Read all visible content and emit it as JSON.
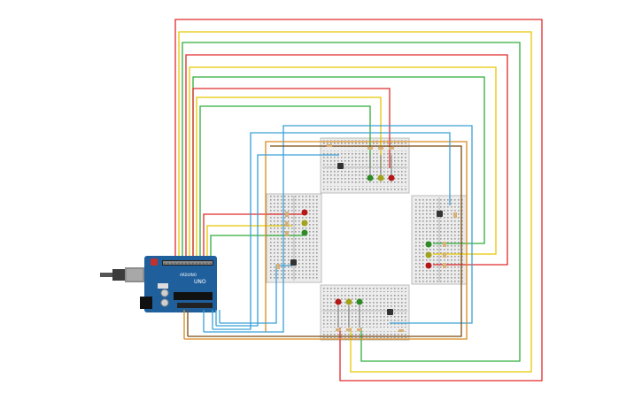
{
  "arduino": {
    "brand_text": "UNO",
    "logo_text": "ARDUINO"
  },
  "colors": {
    "wire_red": "#e02a2a",
    "wire_yellow": "#e6c800",
    "wire_green": "#2fae3a",
    "wire_blue": "#3aa0d8",
    "wire_orange": "#d98a1e",
    "wire_brown": "#7a4a12",
    "board_blue": "#1f5f9c",
    "breadboard": "#ececec",
    "led_red": "#b51717",
    "led_yellow": "#a3a31a",
    "led_green": "#2d8a25"
  },
  "breadboards": [
    {
      "id": "top",
      "leds": [
        "green",
        "yellow",
        "red"
      ],
      "has_button": true
    },
    {
      "id": "left",
      "leds": [
        "red",
        "yellow",
        "green"
      ],
      "has_button": true
    },
    {
      "id": "right",
      "leds": [
        "green",
        "yellow",
        "red"
      ],
      "has_button": true
    },
    {
      "id": "bottom",
      "leds": [
        "red",
        "yellow",
        "green"
      ],
      "has_button": true
    }
  ]
}
